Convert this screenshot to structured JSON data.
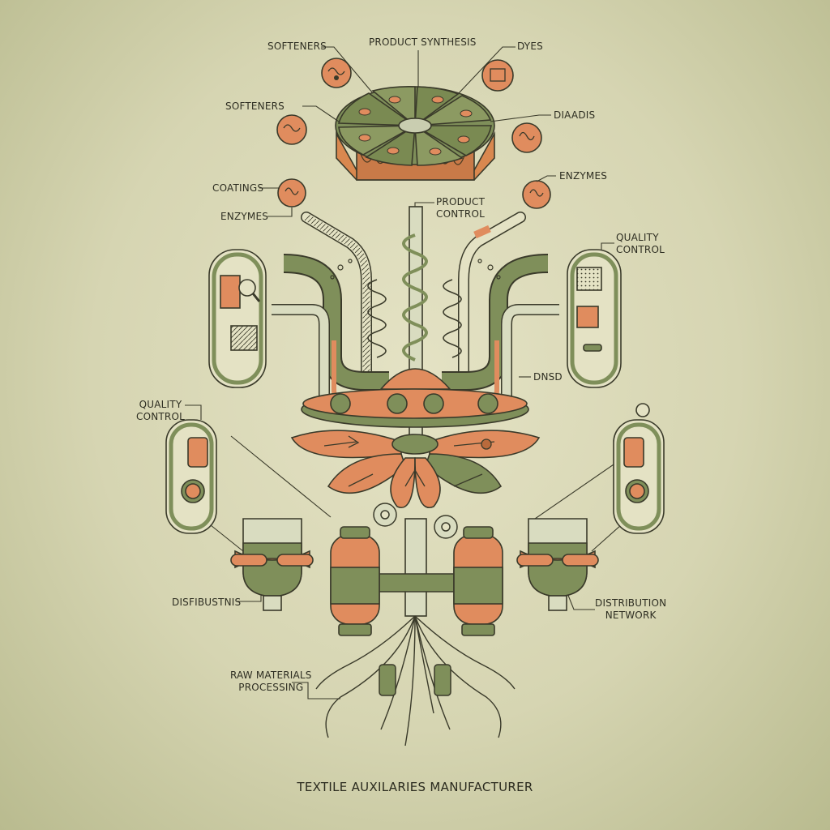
{
  "title": "TEXTILE AUXILARIES MANUFACTURER",
  "labels": {
    "softeners_top": "SOFTENERS",
    "product_synthesis": "PRODUCT SYNTHESIS",
    "dyes": "DYES",
    "softeners_left": "SOFTENERS",
    "diaadis": "DIAADIS",
    "coatings": "COATINGS",
    "enzymes_left": "ENZYMES",
    "enzymes_right": "ENZYMES",
    "product_control_1": "PRODUCT",
    "product_control_2": "CONTROL",
    "quality_control_right_1": "QUALITY",
    "quality_control_right_2": "CONTROL",
    "quality_control_left_1": "QUALITY",
    "quality_control_left_2": "CONTROL",
    "dnsd": "DNSD",
    "disfibustnis": "DISFIBUSTNIS",
    "distribution_network_1": "DISTRIBUTION",
    "distribution_network_2": "NETWORK",
    "raw_materials_1": "RAW MATERIALS",
    "raw_materials_2": "PROCESSING"
  },
  "colors": {
    "green": "#7f8f5a",
    "dark_green": "#5f6e40",
    "orange": "#e08c5e",
    "cream": "#e8e4c8",
    "ink": "#3a3a2a"
  },
  "icons": [
    "magnifier-icon",
    "gear-icon",
    "flask-icon"
  ]
}
